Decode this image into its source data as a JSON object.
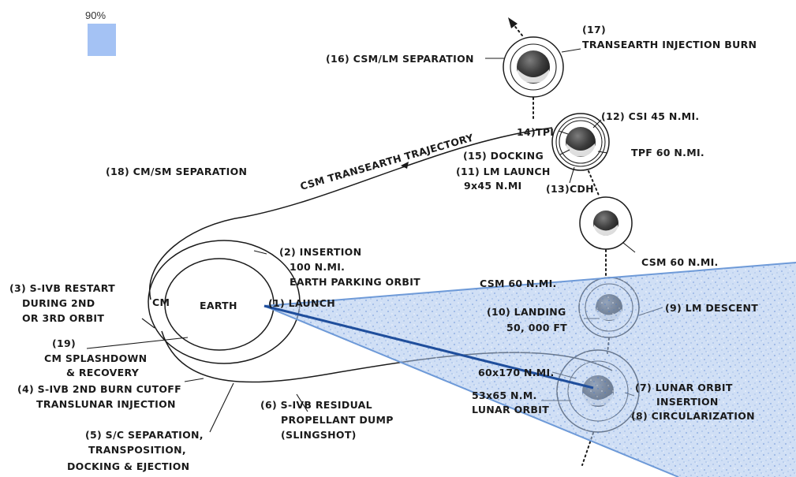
{
  "legend": {
    "percent_text": "90%",
    "swatch_color": "#a4c2f4"
  },
  "overlay": {
    "fill_color": "#a9c4ec",
    "line_color": "#6e9ad8",
    "pointer_color": "#1f4e9c"
  },
  "labels": {
    "l17_num": "(17)",
    "l17_text": "TRANSEARTH INJECTION BURN",
    "l16": "(16) CSM/LM  SEPARATION",
    "l12": "(12) CSI 45 N.MI.",
    "l14": "14)TPI",
    "tpf": "TPF 60 N.MI.",
    "l15": "(15) DOCKING",
    "l11a": "(11) LM LAUNCH",
    "l11b": "9x45 N.MI",
    "l13": "(13)CDH",
    "trajectory": "CSM TRANSEARTH TRAJECTORY",
    "l18": "(18) CM/SM  SEPARATION",
    "l2a": "(2) INSERTION",
    "l2b": "100 N.MI.",
    "l2c": "EARTH PARKING ORBIT",
    "csm60_upper": "CSM 60 N.MI.",
    "csm60_lower": "CSM 60 N.MI.",
    "l3a": "(3)  S-IVB RESTART",
    "l3b": "DURING 2ND",
    "l3c": "OR 3RD ORBIT",
    "cm": "CM",
    "earth": "EARTH",
    "l1": "(1) LAUNCH",
    "l10a": "(10) LANDING",
    "l10b": "50, 000 FT",
    "l9": "(9) LM DESCENT",
    "l19a": "(19)",
    "l19b": "CM SPLASHDOWN",
    "l19c": "& RECOVERY",
    "l4a": "(4)  S-IVB 2ND BURN CUTOFF",
    "l4b": "TRANSLUNAR INJECTION",
    "orbit60x170": "60x170 N.MI.",
    "l7a": "(7) LUNAR ORBIT",
    "l7b": "INSERTION",
    "l53a": "53x65 N.M.",
    "l53b": "LUNAR ORBIT",
    "l8": "(8) CIRCULARIZATION",
    "l6a": "(6)  S-IVB RESIDUAL",
    "l6b": "PROPELLANT DUMP",
    "l6c": "(SLINGSHOT)",
    "l5a": "(5) S/C SEPARATION,",
    "l5b": "TRANSPOSITION,",
    "l5c": "DOCKING & EJECTION"
  }
}
